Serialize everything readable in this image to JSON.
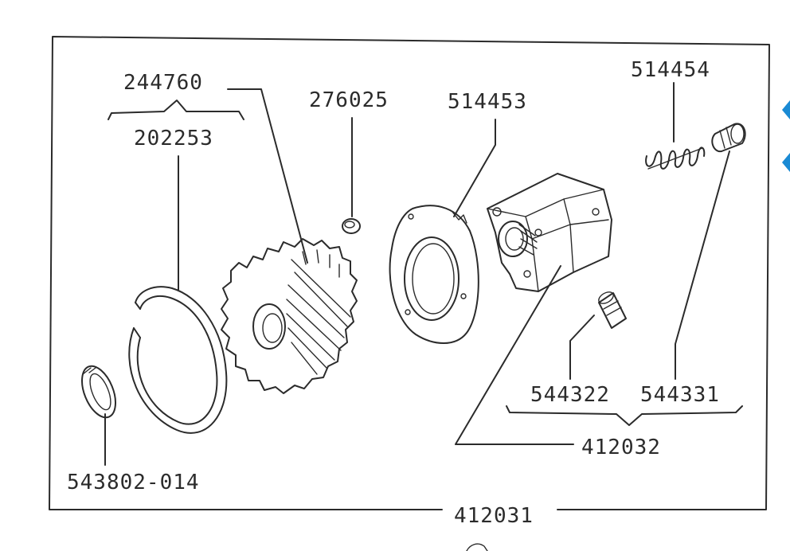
{
  "diagram": {
    "part_labels": {
      "gear_assembly": "244760",
      "retaining_ring": "202253",
      "pin": "276025",
      "plate": "514453",
      "spring": "514454",
      "insert": "544322",
      "plug": "544331",
      "snap_ring": "543802-014",
      "pump_subassembly": "412032",
      "pump_assembly": "412031"
    }
  },
  "colors": {
    "ink": "#2b2b2b",
    "background": "#ffffff",
    "nav_accent": "#1a8ad4"
  },
  "icons": [
    "left-arrow-icon",
    "left-arrow-icon"
  ]
}
